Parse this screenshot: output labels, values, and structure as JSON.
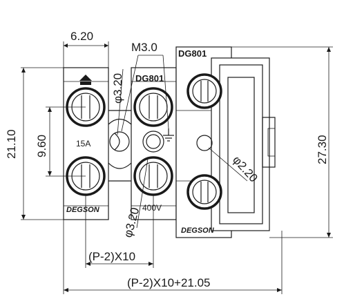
{
  "dimensions": {
    "width_module": "6.20",
    "screw_size": "M3.0",
    "hole_dia_top": "φ3.20",
    "hole_dia_bottom": "φ3.20",
    "hole_dia_right": "φ2.20",
    "height_overall_left": "21.10",
    "height_pitch": "9.60",
    "height_overall_right": "27.30",
    "pitch_formula": "(P-2)X10",
    "length_formula": "(P-2)X10+21.05"
  },
  "labels": {
    "model_top": "DG801",
    "model_side": "DG801",
    "current_rating": "15A",
    "voltage_rating": "400V",
    "brand_left": "DEGSON",
    "brand_right": "DEGSON"
  },
  "icons": [
    "up-arrow-icon",
    "ground-icon"
  ]
}
